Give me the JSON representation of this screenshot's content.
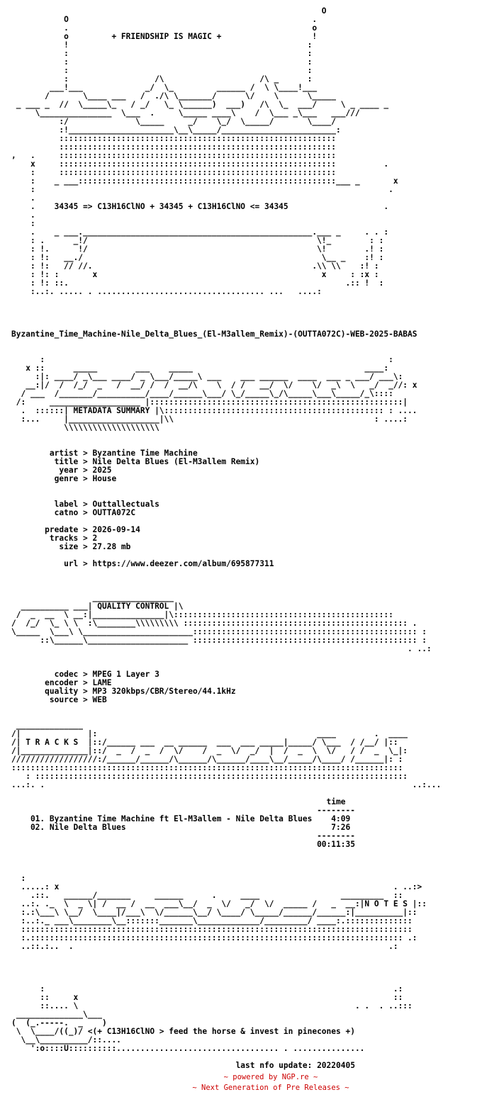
{
  "header": {
    "lines": [
      "                                                                 O",
      "           O                                                   .",
      "           .                                                   o",
      "           o         + FRIENDSHIP IS MAGIC +                   !",
      "           !                                                  :",
      "           :                                                  :",
      "           :                                                  :",
      "           :                                                  :",
      "           :                  /\\                    /\\ _      :",
      "        ___!___             _/  \\_         ______ /  \\ \\____!___",
      "       /       \\____ ___   /  ./\\ \\_______/      \\/    \\      \\_____",
      " _ ___ _  //  \\_____\\_   / _/   \\_ \\______)  ___)   /\\  \\_  ___/     \\ _ ____ _",
      "     \\_______________  \\___  .     \\_____ ____\\    /  \\___ _\\___   ___///",
      "          :/              \\_____     _/    \\_/  \\_____/       \\____/",
      "          :!______________________\\__\\_____/________________________:",
      "          ::::::::::::::::::::::::::::::::::::::::::::::::::::::::::",
      "          ::::::::::::::::::::::::::::::::::::::::::::::::::::::::::",
      ",   .     ::::::::::::::::::::::::::::::::::::::::::::::::::::::::::",
      "    x     ::::::::::::::::::::::::::::::::::::::::::::::::::::::::::          .",
      "    :     ::::::::::::::::::::::::::::::::::::::::::::::::::::::::::",
      "    :    _ ___::::::::::::::::::::::::::::::::::::::::::::::::::::::___ _       x",
      "    :                                                                          .",
      "    .",
      "    .    34345 => C13H16ClNO + 34345 + C13H16ClNO <= 34345                    .",
      "    .",
      "    :",
      "    .    _ ___.________________________________________________.___ _     . . :",
      "    : .      _!/                                                \\!_        : :",
      "    : !.      !/                                                \\!        .! :",
      "    : !:   __./                                                  \\__ _    :! :",
      "    : !:   // //.                                              .\\\\ \\\\    :! :",
      "    : !: :       x                                               x     : :x :",
      "    : !: ::.                                                          .:: !  :",
      "    :..:. ..... . ................................... ...   ....:",
      "",
      "",
      "",
      "",
      "Byzantine_Time_Machine-Nile_Delta_Blues_(El-M3allem_Remix)-(OUTTA072C)-WEB-2025-BABAS"
    ]
  },
  "metadata_banner": {
    "lines": [
      "",
      "",
      "      :                                                                        :",
      "   x ::      _____        ___    _____                                    ____:",
      "     :|: ____/ _\\___ ____/ _ \\___/_____\\ ___    ___ ______  ____  ___ _ ___/ ___\\:",
      "   __:|/  /  /_/  _   /  __/ /  /  __/\\    \\  / /   __/  \\/    \\/  _\\  \\   _/  _//: x",
      "  / ___  /_______/__________/____/______\\___/ \\_/_____\\_/\\_____\\___\\_____/_\\::::",
      " /:     ___________________ |:::::::::::::::::::::::::::::::::::::::::::::::::::::|",
      "  .  ::::::| METADATA SUMMARY |\\:::::::::::::::::::::::::::::::::::::::::::::: : ....",
      "  :...     |___________________|\\\\                                          : ....:",
      "           \\\\\\\\\\\\\\\\\\\\\\\\\\\\\\\\\\\\\\\\"
    ]
  },
  "metadata": {
    "lines": [
      "",
      "",
      "        artist > Byzantine Time Machine",
      "         title > Nile Delta Blues (El-M3allem Remix)",
      "          year > 2025",
      "         genre > House",
      "",
      "",
      "         label > Outtallectuals",
      "         catno > OUTTA072C",
      "",
      "       predate > 2026-09-14",
      "        tracks > 2",
      "          size > 27.28 mb",
      "",
      "           url > https://www.deezer.com/album/695877311"
    ]
  },
  "quality_banner": {
    "lines": [
      "",
      "",
      "",
      "                 _________________",
      "  __________ ___| QUALITY CONTROL |\\",
      " /  _  __  \\ __:|_______________|\\::::::::::::::::::::::::::::::::::::::::::::::",
      "/  /_/  \\_ \\ \\  :\\________\\\\\\\\\\\\\\\\\\ ::::::::::::::::::::::::::::::::::::::::::::::: .",
      "\\_____  \\___\\ \\_______________________::::::::::::::::::::::::::::::::::::::::::::::: :",
      "      ::\\______\\_____________________ ::::::::::::::::::::::::::::::::::::::::::::::: :",
      "                                                                                   . ..:"
    ]
  },
  "quality": {
    "lines": [
      "",
      "",
      "         codec > MPEG 1 Layer 3",
      "       encoder > LAME",
      "       quality > MP3 320kbps/CBR/Stereo/44.1kHz",
      "        source > WEB"
    ]
  },
  "tracks_banner": {
    "lines": [
      "",
      "",
      " ______________",
      "/|              |:                                              ____        .  ____",
      "/| T R A C K S  |::/______ ___  __ ______  ___  ___ _____|_____/ \\___  / /__/ |::",
      "/|______________|::/  _  /  _  /  \\/    /  _  \\/  _/  |  /  _  \\  \\/   / /  _  \\_|:",
      "//////////////////:/______/______/\\______/\\______/____\\__/_____/\\____/ /______|: :",
      "::::::::::::::::::::::::::::::::::::::::::::::::::::::::::::::::::::::::::::::::::",
      "   : ::::::::::::::::::::::::::::::::::::::::::::::::::::::::::::::::::::::::::::::",
      "...:. .                                                                             ..:..."
    ]
  },
  "tracks": {
    "column_label": "time",
    "rule": "--------",
    "items": [
      {
        "line": "    01. Byzantine Time Machine ft El-M3allem - Nile Delta Blues    4:09"
      },
      {
        "line": "    02. Nile Delta Blues                                           7:26"
      }
    ],
    "total": "00:11:35"
  },
  "notes_banner": {
    "lines": [
      "",
      "",
      "",
      "  :",
      "  .....: x                                                                      . ..:>",
      "    .::.   ______/_______     ______      .     ____                 _________  ::",
      "  ..:. ._  \\  _ \\| /  __ /  __  ___\\__/  _  \\/   _/  \\/  _____ /   _  __:|N O T E S |::",
      "  :.:\\___\\ \\__/  \\____|/___\\  \\/______\\__/ \\____/ \\_____/______/______:|__________|::",
      "  :..:._ ___\\________\\__:::::::_______\\_____________/_________/ ____:.::::::::::::::",
      "  ::::::::::::::::::::::::::::::::::::::::::::::::::::::::::::::::::::::::::::::::::",
      "  :.:::::::::::::::::::::::::::::::::::::::::::::::::::::::::::::::::::::::::::::: .:",
      "  ..::.:..  .                                                                  .:"
    ]
  },
  "footer_ascii": {
    "lines": [
      "",
      "",
      "",
      "",
      "      :                                                                         .:",
      "      ::     x                                                                  ::",
      "      ::.... \\                                                          . .  . ..:::",
      " ______________\\___",
      "(  (_.-----.  _    )",
      " \\  \\____/((_)/ <(+ C13H16ClNO > feed the horse & invest in pinecones +)",
      "  \\__\\__________/::....",
      "    ':o::::U::::::::::.................................. . ...............",
      ""
    ],
    "last_update": "last nfo update: 20220405"
  },
  "credits": {
    "line1": "~ powered by NGP.re ~",
    "line2": "~ Next Generation of Pre Releases ~"
  }
}
